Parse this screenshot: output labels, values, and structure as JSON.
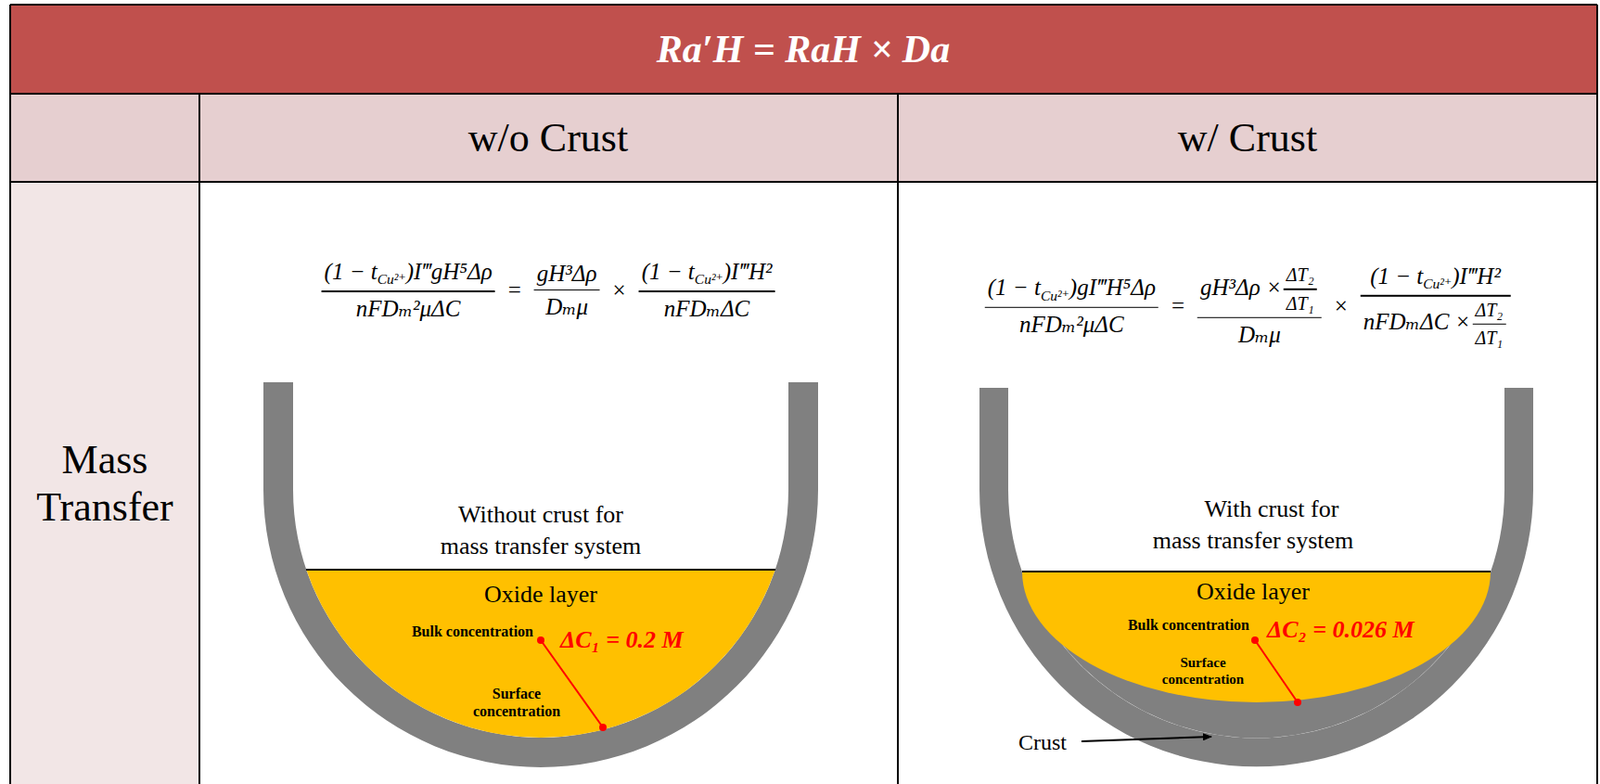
{
  "diagram": {
    "title": "Ra′H = RaH × Da",
    "labels": [
      "w/o Crust",
      "w/ Crust",
      "Mass Transfer",
      "(1 − t",
      "Cu²⁺",
      ")I‴gH⁵Δρ",
      "nFDₘ²μΔC",
      "=",
      "gH³Δρ",
      "Dₘμ",
      "×",
      "(1 − t",
      "Cu²⁺",
      ")I‴H²",
      "nFDₘΔC",
      "(1 − t",
      "Cu²⁺",
      ")gI‴H⁵Δρ",
      "nFDₘ²μΔC",
      "=",
      "gH³Δρ ×",
      "ΔT₂",
      "ΔT₁",
      "Dₘμ",
      "×",
      "(1 − t",
      "Cu²⁺",
      ")I‴H²",
      "nFDₘΔC ×",
      "ΔT₂",
      "ΔT₁",
      "Without crust for mass transfer system",
      "Oxide layer",
      "Bulk concentration",
      "ΔC₁ = 0.2 M",
      "Surface concentration",
      "With crust for mass transfer system",
      "Oxide layer",
      "Bulk concentration",
      "ΔC₂ = 0.026 M",
      "Surface concentration",
      "Crust"
    ]
  }
}
